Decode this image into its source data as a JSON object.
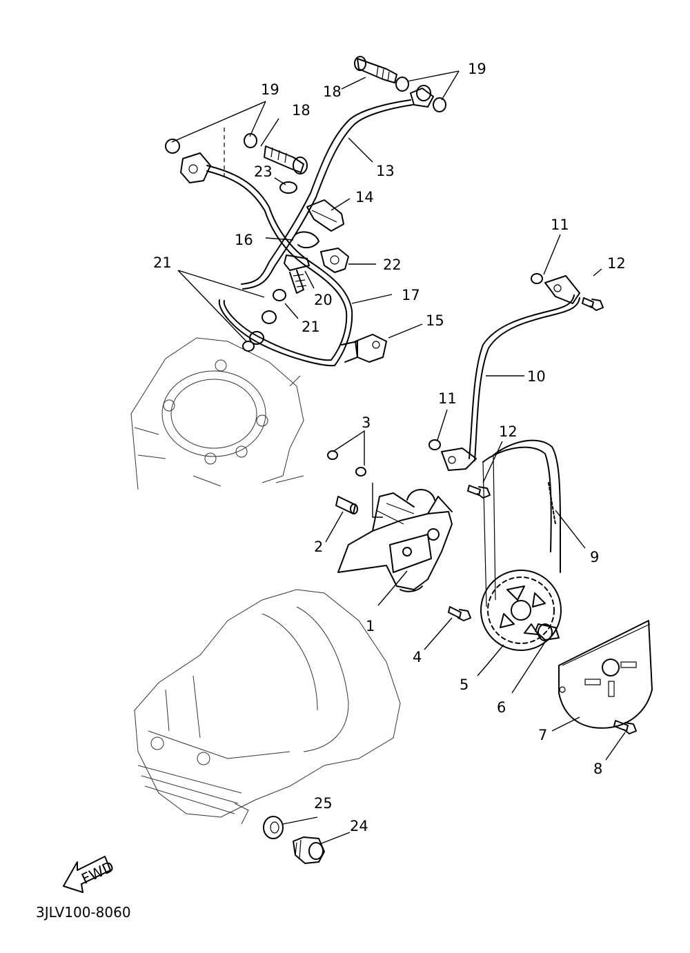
{
  "diagram": {
    "code": "3JLV100-8060",
    "fwd_label": "FWD",
    "callouts": [
      "1",
      "2",
      "3",
      "4",
      "5",
      "6",
      "7",
      "8",
      "9",
      "10",
      "11",
      "11",
      "12",
      "12",
      "13",
      "14",
      "15",
      "16",
      "17",
      "18",
      "18",
      "19",
      "19",
      "20",
      "21",
      "21",
      "22",
      "23",
      "24",
      "25"
    ]
  }
}
